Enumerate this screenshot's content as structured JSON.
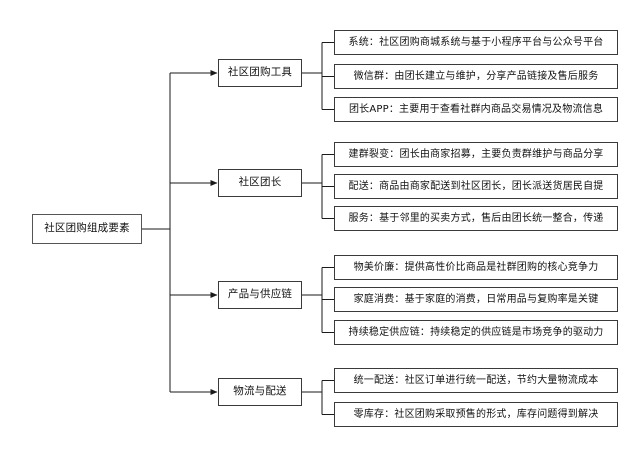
{
  "diagram": {
    "title": "社区团购组成要素",
    "type": "mind-map",
    "orientation": "left-to-right",
    "colors": {
      "background": "#ffffff",
      "box_border": "#3a3a3a",
      "connector": "#1a1a1a",
      "text": "#111111"
    },
    "root": {
      "label": "社区团购组成要素"
    },
    "branches": [
      {
        "label": "社区团购工具",
        "leaves": [
          {
            "label": "系统：社区团购商城系统与基于小程序平台与公众号平台"
          },
          {
            "label": "微信群：由团长建立与维护，分享产品链接及售后服务"
          },
          {
            "label": "团长APP：主要用于查看社群内商品交易情况及物流信息"
          }
        ]
      },
      {
        "label": "社区团长",
        "leaves": [
          {
            "label": "建群裂变：团长由商家招募，主要负责群维护与商品分享"
          },
          {
            "label": "配送：商品由商家配送到社区团长，团长派送货居民自提"
          },
          {
            "label": "服务：基于邻里的买卖方式，售后由团长统一整合，传递"
          }
        ]
      },
      {
        "label": "产品与供应链",
        "leaves": [
          {
            "label": "物美价廉：提供高性价比商品是社群团购的核心竞争力"
          },
          {
            "label": "家庭消费：基于家庭的消费，日常用品与复购率是关键"
          },
          {
            "label": "持续稳定供应链：持续稳定的供应链是市场竞争的驱动力"
          }
        ]
      },
      {
        "label": "物流与配送",
        "leaves": [
          {
            "label": "统一配送：社区订单进行统一配送，节约大量物流成本"
          },
          {
            "label": "零库存：社区团购采取预售的形式，库存问题得到解决"
          }
        ]
      }
    ]
  }
}
